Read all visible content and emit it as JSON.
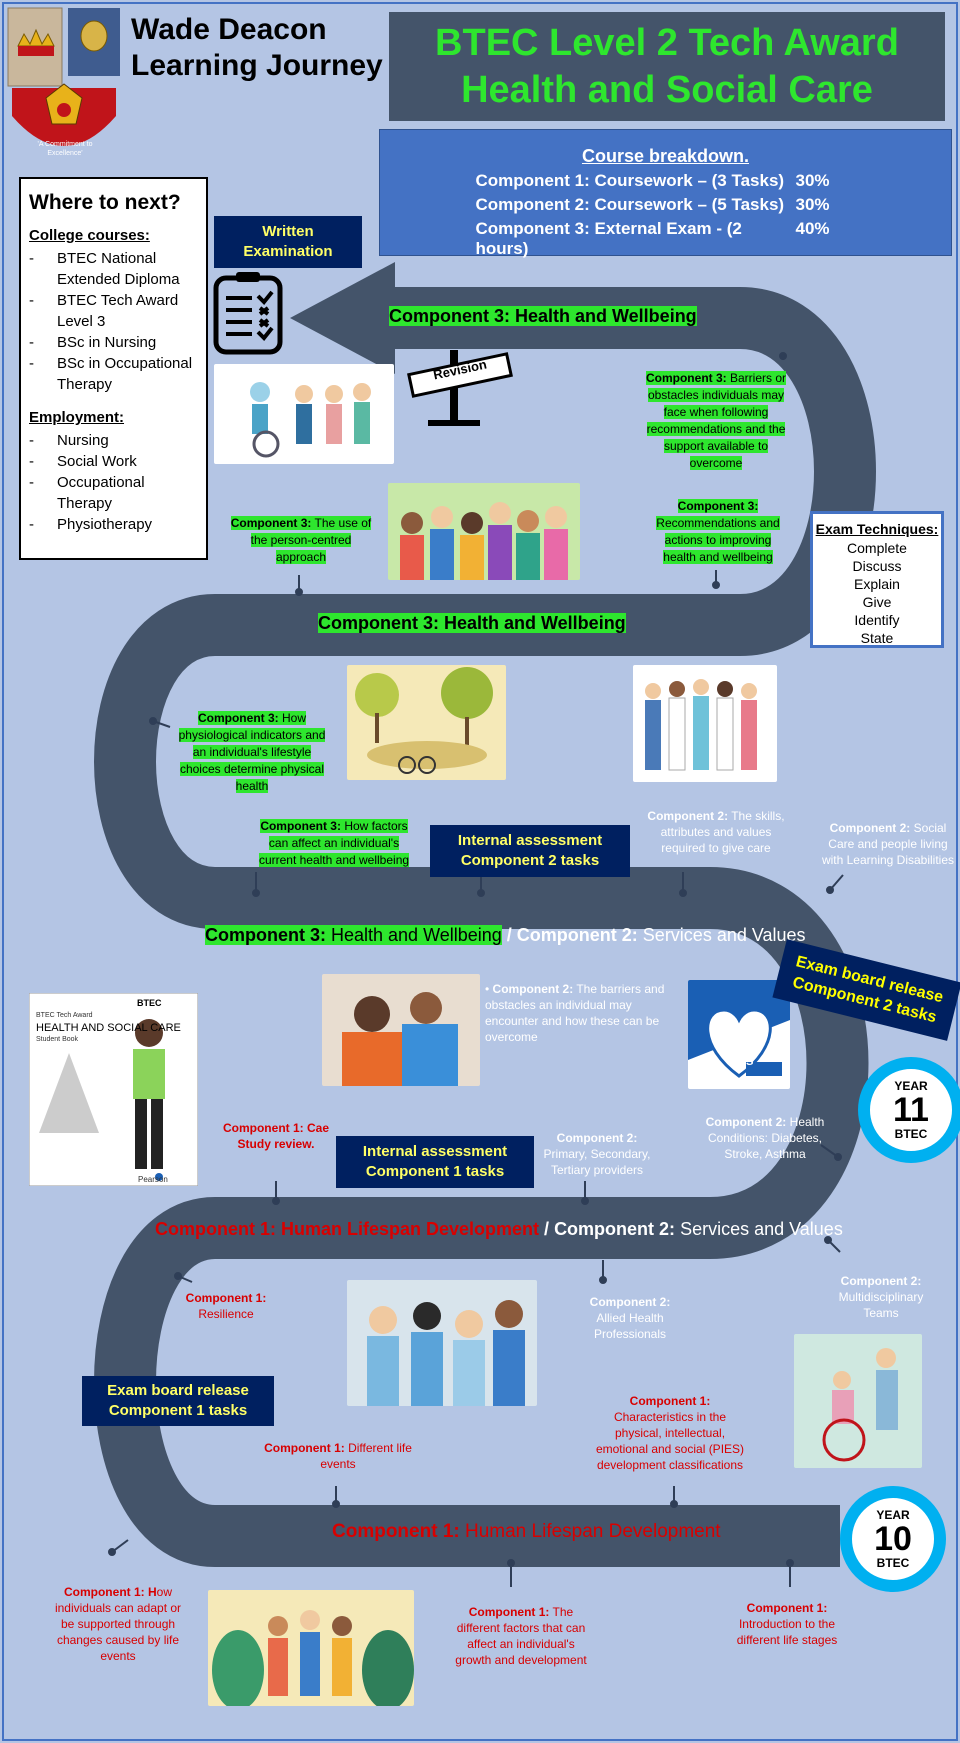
{
  "school": {
    "name_line1": "Wade Deacon",
    "name_line2": "Learning Journey",
    "crest_motto": "'A Commitment to Excellence'"
  },
  "title": {
    "line1": "BTEC Level 2 Tech Award",
    "line2": "Health and Social Care"
  },
  "course_breakdown": {
    "heading": "Course breakdown.",
    "rows": [
      {
        "label": "Component 1: Coursework – (3 Tasks)",
        "weight": "30%"
      },
      {
        "label": "Component 2: Coursework – (5 Tasks)",
        "weight": "30%"
      },
      {
        "label": "Component 3: External Exam - (2 hours)",
        "weight": "40%"
      }
    ]
  },
  "where_next": {
    "heading": "Where to next?",
    "college_heading": "College courses:",
    "college": [
      "BTEC National Extended Diploma",
      "BTEC Tech Award Level 3",
      "BSc in Nursing",
      "BSc in Occupational Therapy"
    ],
    "employment_heading": "Employment:",
    "employment": [
      "Nursing",
      "Social Work",
      "Occupational Therapy",
      "Physiotherapy"
    ]
  },
  "written_exam": {
    "line1": "Written",
    "line2": "Examination"
  },
  "revision_sign": "Revision",
  "road_labels": {
    "r1": "Component 3: Health and Wellbeing",
    "r2": "Component 3: Health and Wellbeing",
    "r3_a": "Component 3:",
    "r3_b": " Health and Wellbeing",
    "r3_c": " / ",
    "r3_d": "Component 2:",
    "r3_e": " Services and Values",
    "r4_a": "Component 1: Human Lifespan Development",
    "r4_b": " / ",
    "r4_c": "Component 2:",
    "r4_d": " Services and Values",
    "r5_a": "Component 1:",
    "r5_b": " Human Lifespan Development"
  },
  "notes": {
    "c3_barriers_b": "Component 3:",
    "c3_barriers": " Barriers or obstacles individuals may face when following recommendations and the support available to overcome",
    "c3_recs_b": "Component 3:",
    "c3_recs": "Recommendations and actions to improving health and wellbeing",
    "c3_person_b": "Component 3:",
    "c3_person": " The use of the person-centred approach",
    "c3_physio_b": "Component 3:",
    "c3_physio": " How physiological indicators and an individual's lifestyle choices determine physical health",
    "c3_factors_b": "Component 3:",
    "c3_factors": " How factors can affect an individual's current health and wellbeing",
    "c2_skills_b": "Component 2:",
    "c2_skills": " The skills, attributes and values required to give care",
    "c2_ld_b": "Component 2:",
    "c2_ld": " Social Care and people living with Learning Disabilities",
    "c2_barriers_b": "Component 2:",
    "c2_barriers": " The barriers and obstacles an individual may encounter and how these can be overcome",
    "c2_health_b": "Component 2:",
    "c2_health": " Health Conditions: Diabetes, Stroke, Asthma",
    "c2_primary_b": "Component 2:",
    "c2_primary": "Primary, Secondary, Tertiary providers",
    "c1_case_b": "Component 1:",
    "c1_case": " Cae Study review.",
    "c2_allied_b": "Component 2:",
    "c2_allied": "Allied Health Professionals",
    "c2_multi_b": "Component 2:",
    "c2_multi": "Multidisciplinary Teams",
    "c1_resilience_b": "Component 1:",
    "c1_resilience": "  Resilience",
    "c1_life_b": "Component 1:",
    "c1_life": " Different life events",
    "c1_pies_b": "Component 1:",
    "c1_pies": "Characteristics in the physical, intellectual, emotional and social (PIES) development classifications",
    "c1_adapt_b": "Component 1: H",
    "c1_adapt": "ow individuals can adapt or be supported through changes caused by life events",
    "c1_factors_b": "Component 1:",
    "c1_factors": " The different factors that can affect an individual's growth and development",
    "c1_intro_b": "Component 1:",
    "c1_intro": "Introduction to the different  life stages"
  },
  "internal_c2": {
    "line1": "Internal assessment",
    "line2": "Component 2 tasks"
  },
  "internal_c1": {
    "line1": "Internal assessment",
    "line2": "Component 1 tasks"
  },
  "release_c2": {
    "line1": "Exam board release",
    "line2": "Component 2 tasks"
  },
  "release_c1": {
    "line1": "Exam board release",
    "line2": "Component 1 tasks"
  },
  "exam_techniques": {
    "heading": "Exam Techniques:",
    "items": [
      "Complete",
      "Discuss",
      "Explain",
      "Give",
      "Identify",
      "State"
    ]
  },
  "year11": {
    "year": "YEAR",
    "num": "11",
    "label": "BTEC"
  },
  "year10": {
    "year": "YEAR",
    "num": "10",
    "label": "BTEC"
  },
  "book": {
    "brand": "BTEC",
    "series": "BTEC Tech Award",
    "title": "HEALTH AND SOCIAL CARE",
    "subtitle": "Student Book",
    "publisher": "Pearson"
  },
  "nhs_logo": "NHS"
}
